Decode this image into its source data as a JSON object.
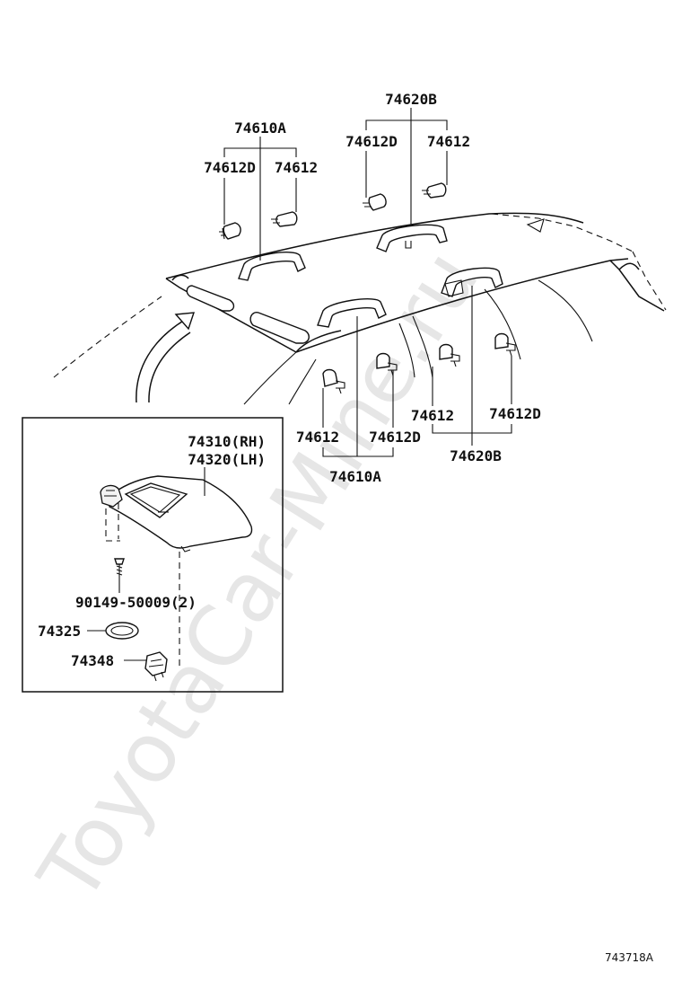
{
  "watermark": "ToyotaCar-Mine.ru",
  "diagram_code": "743718A",
  "labels": {
    "g1_parent": "74610A",
    "g1_left": "74612D",
    "g1_right": "74612",
    "g2_parent": "74620B",
    "g2_left": "74612D",
    "g2_right": "74612",
    "g3_left": "74612",
    "g3_right": "74612D",
    "g3_parent": "74610A",
    "g4_left": "74612",
    "g4_right": "74612D",
    "g4_parent": "74620B",
    "visor_rh": "74310(RH)",
    "visor_lh": "74320(LH)",
    "screw": "90149-50009(2)",
    "ring": "74325",
    "holder": "74348"
  }
}
